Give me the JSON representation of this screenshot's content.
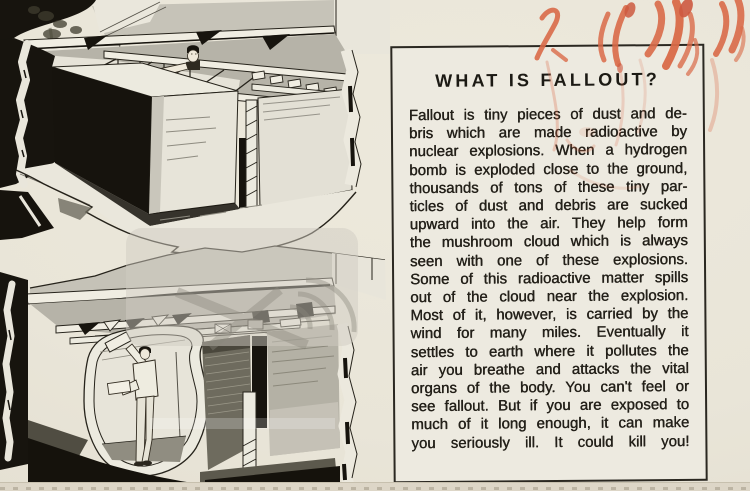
{
  "page": {
    "background": "#e9e5d8",
    "ink": "#24211a",
    "crayon_red": "#d96a48",
    "bottom_edge_color": "#ddd6c7"
  },
  "box": {
    "title": "WHAT IS FALLOUT?",
    "body_lines": [
      "Fallout is tiny pieces of dust and de-",
      "bris which are made radioactive by",
      "nuclear explosions.  When a hydrogen",
      "bomb is exploded close to the ground,",
      "thousands of tons of these tiny par-",
      "ticles of dust and debris are sucked",
      "upward into the air.  They help form",
      "the mushroom cloud which is always",
      "seen with one of these explosions.",
      "Some of this radioactive matter spills",
      "out of the cloud near the explosion.",
      "Most of it, however, is carried by the",
      "wind for many miles.  Eventually it",
      "settles to earth where it pollutes the",
      "air you breathe and attacks the vital",
      "organs of the body. You can't feel or",
      "see fallout. But if you are exposed to",
      "much of it long enough, it can make",
      "you seriously ill.  It could kill you!"
    ]
  }
}
